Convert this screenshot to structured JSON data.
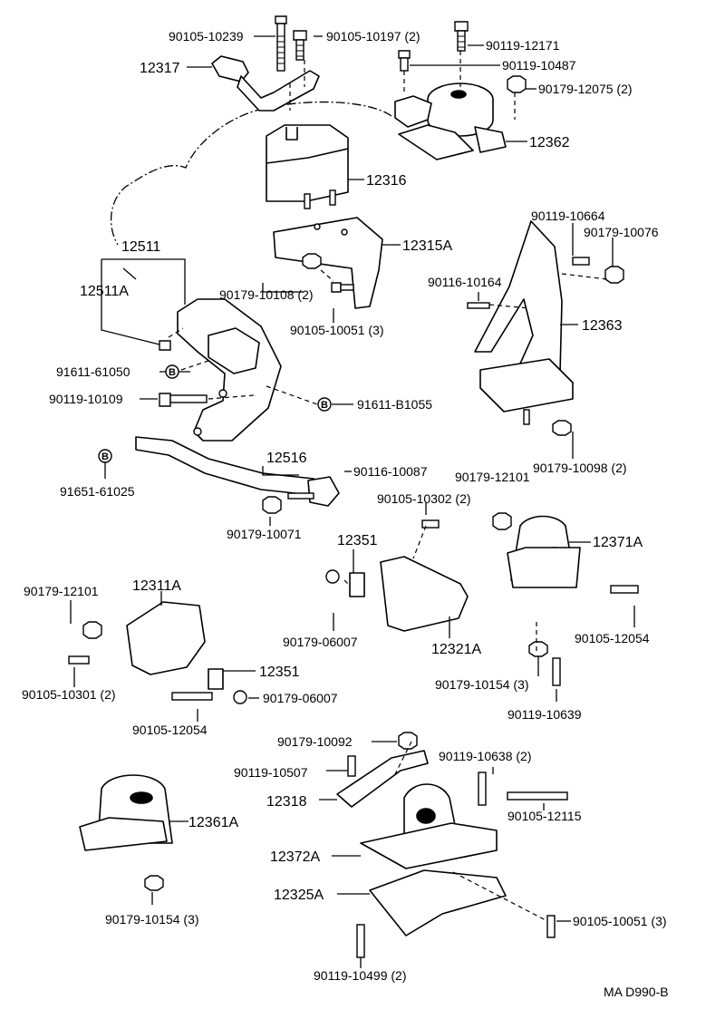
{
  "figure_code": "MA D990-B",
  "labels": {
    "l_90105_10239": "90105-10239",
    "l_90105_10197": "90105-10197 (2)",
    "l_90119_12171": "90119-12171",
    "l_90119_10487": "90119-10487",
    "l_12317": "12317",
    "l_90179_12075": "90179-12075 (2)",
    "l_12362": "12362",
    "l_12316": "12316",
    "l_90119_10664": "90119-10664",
    "l_90179_10076": "90179-10076",
    "l_12511": "12511",
    "l_12315A": "12315A",
    "l_12511A": "12511A",
    "l_90116_10164": "90116-10164",
    "l_90179_10108": "90179-10108 (2)",
    "l_90105_10051_3": "90105-10051 (3)",
    "l_12363": "12363",
    "l_91611_61050": "91611-61050",
    "l_90119_10109": "90119-10109",
    "l_91611_B1055": "91611-B1055",
    "l_12516": "12516",
    "l_90179_10098": "90179-10098 (2)",
    "l_90116_10087": "90116-10087",
    "l_90179_12101_a": "90179-12101",
    "l_91651_61025": "91651-61025",
    "l_90105_10302": "90105-10302 (2)",
    "l_90179_10071": "90179-10071",
    "l_12351_a": "12351",
    "l_12371A": "12371A",
    "l_90179_12101_b": "90179-12101",
    "l_12311A": "12311A",
    "l_90179_06007_a": "90179-06007",
    "l_12321A": "12321A",
    "l_90105_12054_a": "90105-12054",
    "l_12351_b": "12351",
    "l_90105_10301": "90105-10301 (2)",
    "l_90179_06007_b": "90179-06007",
    "l_90179_10154_a": "90179-10154 (3)",
    "l_90105_12054_b": "90105-12054",
    "l_90119_10639": "90119-10639",
    "l_90179_10092": "90179-10092",
    "l_90119_10638": "90119-10638 (2)",
    "l_90119_10507": "90119-10507",
    "l_12318": "12318",
    "l_90105_12115": "90105-12115",
    "l_12361A": "12361A",
    "l_12372A": "12372A",
    "l_12325A": "12325A",
    "l_90179_10154_b": "90179-10154 (3)",
    "l_90105_10051_b": "90105-10051 (3)",
    "l_90119_10499": "90119-10499 (2)"
  },
  "reference_marks": {
    "b1": "B",
    "b2": "B",
    "b3": "B"
  }
}
